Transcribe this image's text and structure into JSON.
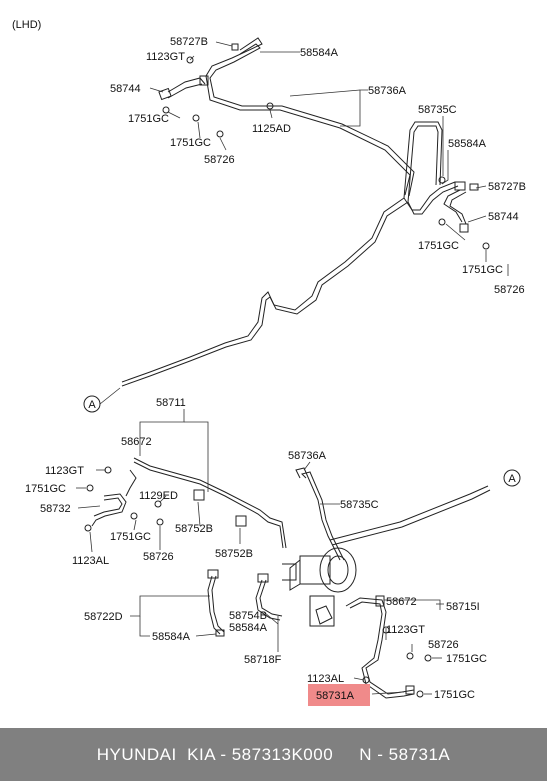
{
  "drive_label": "(LHD)",
  "circle_marker": "A",
  "highlight_color": "#f08a8a",
  "footer_bg": "#808080",
  "labels": {
    "top": {
      "l_58727B": "58727B",
      "l_1123GT": "1123GT",
      "l_58584A": "58584A",
      "l_58744": "58744",
      "l_58736A": "58736A",
      "l_1751GC_a": "1751GC",
      "l_1751GC_b": "1751GC",
      "l_1125AD": "1125AD",
      "l_58726": "58726"
    },
    "right": {
      "l_58735C": "58735C",
      "l_58584A": "58584A",
      "l_58727B": "58727B",
      "l_58744": "58744",
      "l_1751GC_a": "1751GC",
      "l_1751GC_b": "1751GC",
      "l_58726": "58726"
    },
    "bottom": {
      "l_58711": "58711",
      "l_58672": "58672",
      "l_1123GT": "1123GT",
      "l_1751GC": "1751GC",
      "l_1129ED": "1129ED",
      "l_58732": "58732",
      "l_1751GC_b": "1751GC",
      "l_58752B_a": "58752B",
      "l_58726": "58726",
      "l_1123AL": "1123AL",
      "l_58752B_b": "58752B",
      "l_58736A": "58736A",
      "l_58735C": "58735C",
      "l_58722D": "58722D",
      "l_58754B": "58754B",
      "l_58584A_a": "58584A",
      "l_58584A_b": "58584A",
      "l_58718F": "58718F",
      "l_58672_r": "58672",
      "l_58715I": "58715I",
      "l_1123GT_r": "1123GT",
      "l_58726_r": "58726",
      "l_1751GC_r1": "1751GC",
      "l_1123AL_r": "1123AL",
      "l_58731A": "58731A",
      "l_1751GC_r2": "1751GC"
    }
  },
  "footer": {
    "text": "HYUNDAI  KIA - 587313K000     N - 58731A"
  }
}
